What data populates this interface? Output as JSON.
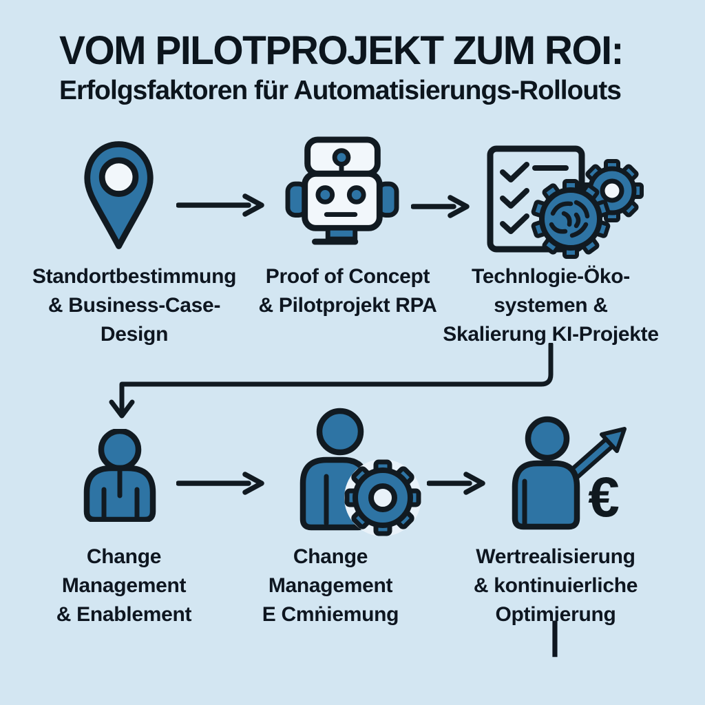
{
  "title": {
    "line1": "VOM PILOTPROJEKT ZUM ROI:",
    "line2": "Erfolgsfaktoren für Automatisierungs-Rollouts"
  },
  "colors": {
    "background": "#d3e6f2",
    "icon_blue": "#2e74a4",
    "outline": "#111a21",
    "text": "#0e1620",
    "icon_face": "#f2f7fb"
  },
  "row1": {
    "steps": [
      {
        "icon": "location-pin-icon",
        "label": "Standortbestimmung\n& Business-Case-\nDesign"
      },
      {
        "icon": "robot-icon",
        "label": "Proof of Concept\n& Pilotprojekt RPA"
      },
      {
        "icon": "checklist-gears-icon",
        "label": "Technlogie-Öko-\nsystemen &\nSkalierung KI-Projekte"
      }
    ]
  },
  "row2": {
    "steps": [
      {
        "icon": "person-icon",
        "label": "Change\nManagement\n& Enablement"
      },
      {
        "icon": "person-gear-icon",
        "label": "Change\nManagement\nE Cmṅiemung"
      },
      {
        "icon": "person-growth-euro-icon",
        "label": "Wertrealisierung\n& kontinuierliche\nOptimierung"
      }
    ]
  },
  "symbols": {
    "euro": "€",
    "stray_mark": "|"
  }
}
